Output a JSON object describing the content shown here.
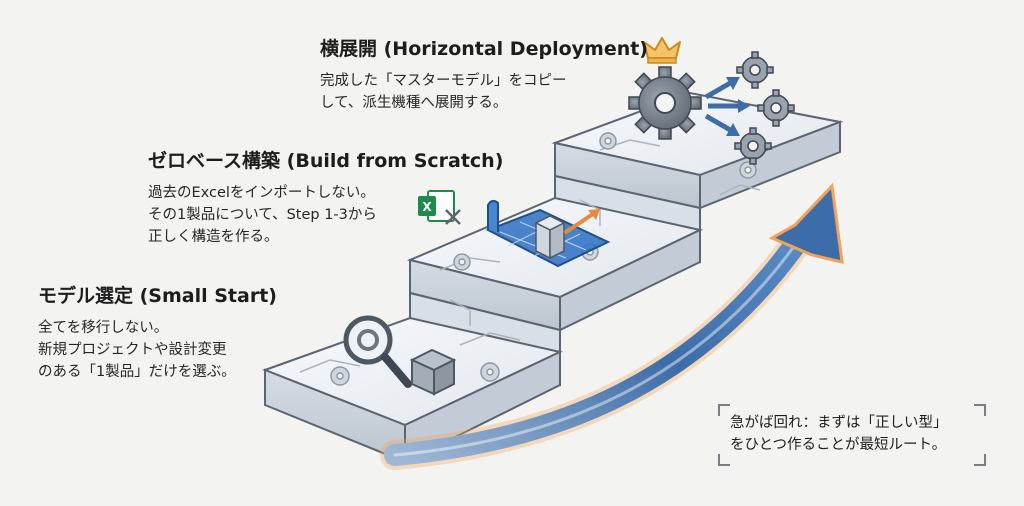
{
  "steps": [
    {
      "title": "モデル選定 (Small Start)",
      "lines": [
        "全てを移行しない。",
        "新規プロジェクトや設計変更",
        "のある「1製品」だけを選ぶ。"
      ]
    },
    {
      "title": "ゼロベース構築 (Build from Scratch)",
      "lines": [
        "過去のExcelをインポートしない。",
        "その1製品について、Step 1-3から",
        "正しく構造を作る。"
      ]
    },
    {
      "title": "横展開 (Horizontal Deployment)",
      "lines": [
        "完成した「マスターモデル」をコピー",
        "して、派生機種へ展開する。"
      ]
    }
  ],
  "callout": {
    "lines": [
      "急がば回れ：まずは「正しい型」",
      "をひとつ作ることが最短ルート。"
    ]
  },
  "excel_badge_letter": "X",
  "colors": {
    "background": "#f3f4f1",
    "step_top": "#eef1f5",
    "step_side": "#cfd6de",
    "arrow_blue": "#2f5f9a",
    "arrow_glow": "#f4a259",
    "excel_green": "#1f8a4c",
    "crown": "#f0b34a"
  },
  "icons": [
    "magnifier-icon",
    "box-icon",
    "blueprint-icon",
    "excel-icon",
    "gear-icon",
    "crown-icon",
    "growth-arrow"
  ]
}
